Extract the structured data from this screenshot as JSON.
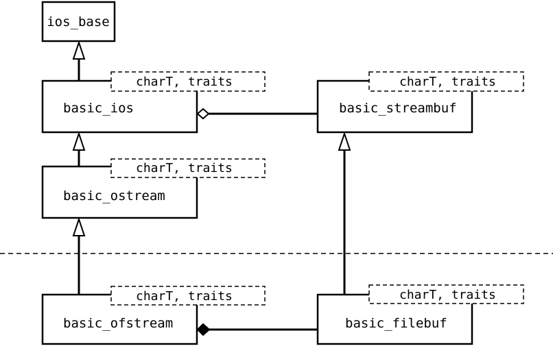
{
  "classes": {
    "ios_base": {
      "name": "ios_base"
    },
    "basic_ios": {
      "name": "basic_ios",
      "template": "charT, traits"
    },
    "basic_ostream": {
      "name": "basic_ostream",
      "template": "charT, traits"
    },
    "basic_ofstream": {
      "name": "basic_ofstream",
      "template": "charT, traits"
    },
    "basic_streambuf": {
      "name": "basic_streambuf",
      "template": "charT, traits"
    },
    "basic_filebuf": {
      "name": "basic_filebuf",
      "template": "charT, traits"
    }
  }
}
